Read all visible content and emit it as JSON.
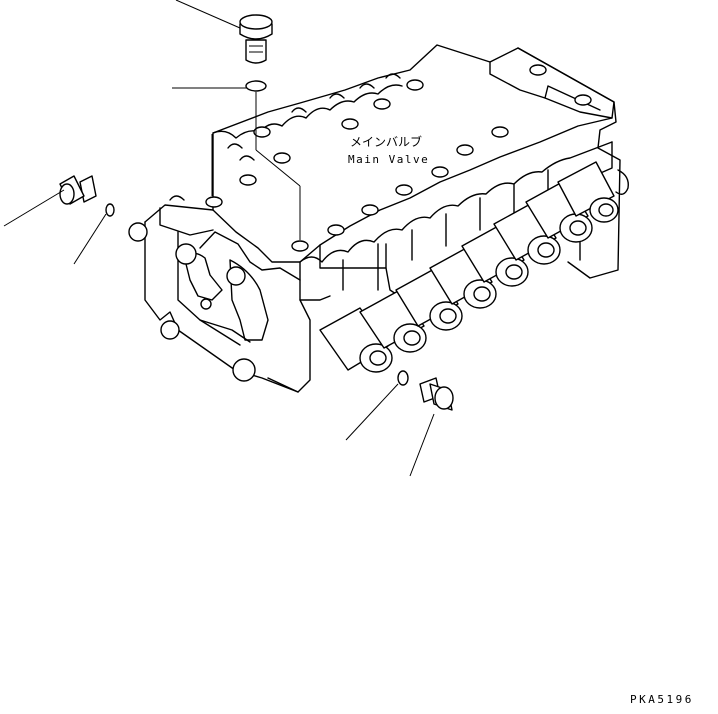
{
  "labels": {
    "part_name_jp": "メインバルブ",
    "part_name_en": "Main Valve"
  },
  "figure_code": "PKA5196"
}
